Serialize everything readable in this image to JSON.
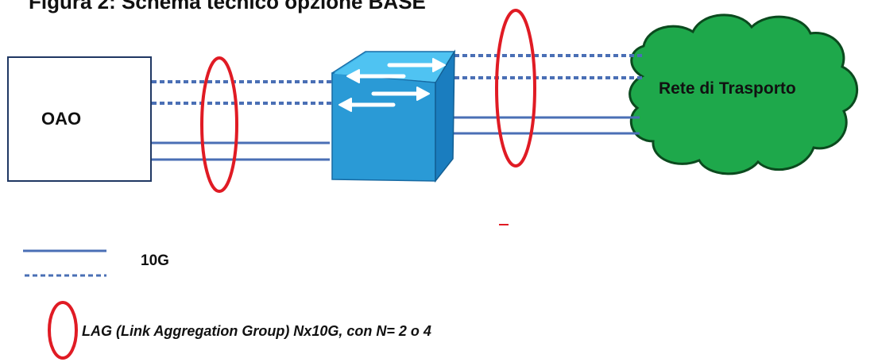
{
  "figure": {
    "title": "Figura 2: Schema tecnico opzione BASE",
    "oao_label": "OAO",
    "cloud_label": "Rete di Trasporto"
  },
  "legend": {
    "speed_label": "10G",
    "lag_label": "LAG (Link Aggregation Group) Nx10G, con N= 2 o 4"
  },
  "icons": {
    "switch": "network-switch-icon",
    "cloud": "cloud-icon",
    "lag": "lag-ellipse-icon"
  },
  "colors": {
    "link": "#4a6fb5",
    "lag_ring": "#e01b24",
    "cloud_fill": "#1ea84b",
    "cloud_stroke": "#0b4a1e",
    "switch_top": "#3fb4e8",
    "switch_side": "#1a7dbf"
  }
}
